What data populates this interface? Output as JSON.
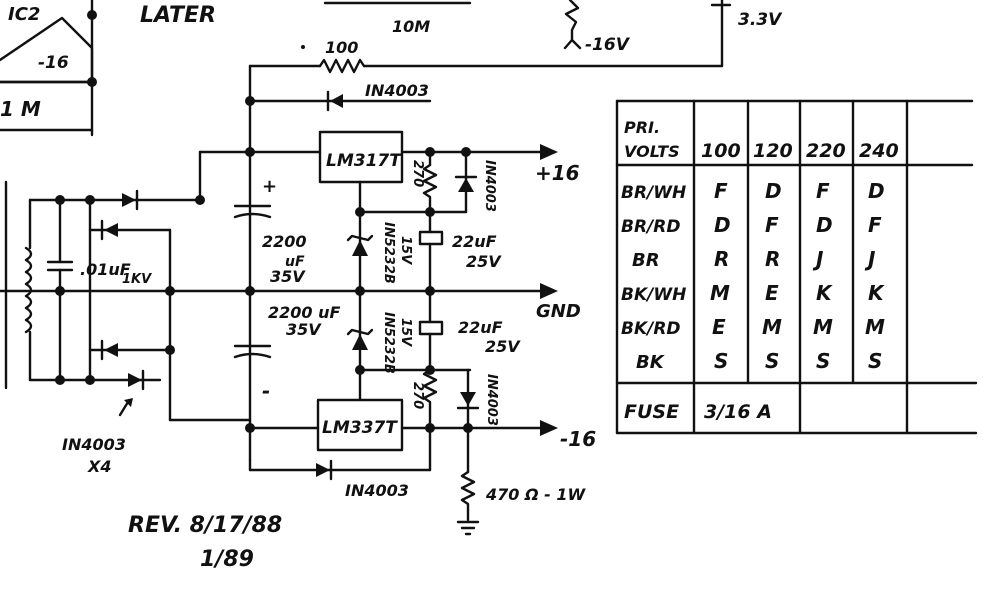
{
  "frag": {
    "ic2": "IC2",
    "later": "LATER",
    "n16": "-16",
    "m_left": "1 M",
    "r10m": "10M",
    "neg16v": "-16V",
    "v33": "3.3V"
  },
  "components": {
    "res100": "100",
    "diode_top": "IN4003",
    "reg_top": "LM317T",
    "reg_bot": "LM337T",
    "c1_value": "2200",
    "c1_unit": "uF",
    "c1_volt": "35V",
    "c2": "2200 uF",
    "c2_volt": "35V",
    "cap_small": ".01uF",
    "cap_small_rating": "1KV",
    "bridge_diodes": "IN4003",
    "bridge_count": "X4",
    "r270_top": "270",
    "r270_bot": "270",
    "zener_top": "IN5232B",
    "zener_top_v": "15V",
    "zener_bot": "IN5232B",
    "zener_bot_v": "15V",
    "diode_right_top": "IN4003",
    "diode_right_bot": "IN4003",
    "cap22_top": "22uF",
    "cap22_top_v": "25V",
    "cap22_bot": "22uF",
    "cap22_bot_v": "25V",
    "diode_bottom": "IN4003",
    "res_load": "470 Ω - 1W",
    "out_pos": "+16",
    "out_gnd": "GND",
    "out_neg": "-16",
    "plus": "+",
    "minus": "-"
  },
  "revision": {
    "line1": "REV. 8/17/88",
    "line2": "1/89"
  },
  "table": {
    "header_pri": "PRI.",
    "header_volts": "VOLTS",
    "columns": [
      "100",
      "120",
      "220",
      "240"
    ],
    "rows": [
      {
        "wire": "BR/WH",
        "cells": [
          "F",
          "D",
          "F",
          "D"
        ]
      },
      {
        "wire": "BR/RD",
        "cells": [
          "D",
          "F",
          "D",
          "F"
        ]
      },
      {
        "wire": "BR",
        "cells": [
          "R",
          "R",
          "J",
          "J"
        ]
      },
      {
        "wire": "BK/WH",
        "cells": [
          "M",
          "E",
          "K",
          "K"
        ]
      },
      {
        "wire": "BK/RD",
        "cells": [
          "E",
          "M",
          "M",
          "M"
        ]
      },
      {
        "wire": "BK",
        "cells": [
          "S",
          "S",
          "S",
          "S"
        ]
      }
    ],
    "fuse_label": "FUSE",
    "fuse_value": "3/16 A"
  }
}
